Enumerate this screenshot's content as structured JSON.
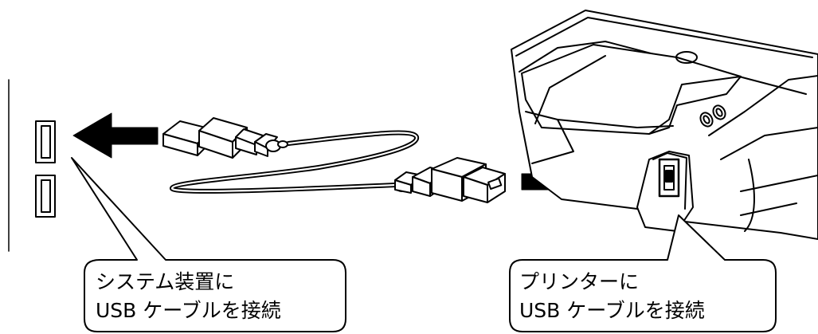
{
  "callouts": {
    "system": {
      "line1": "システム装置に",
      "line2": "USB ケーブルを接続"
    },
    "printer": {
      "line1": "プリンターに",
      "line2": "USB ケーブルを接続"
    }
  },
  "colors": {
    "line": "#000000",
    "background": "#ffffff"
  },
  "icons": [
    "usb-port-icon",
    "usb-a-connector-icon",
    "usb-b-connector-icon",
    "printer-icon",
    "arrow-left-icon",
    "arrow-right-icon"
  ]
}
